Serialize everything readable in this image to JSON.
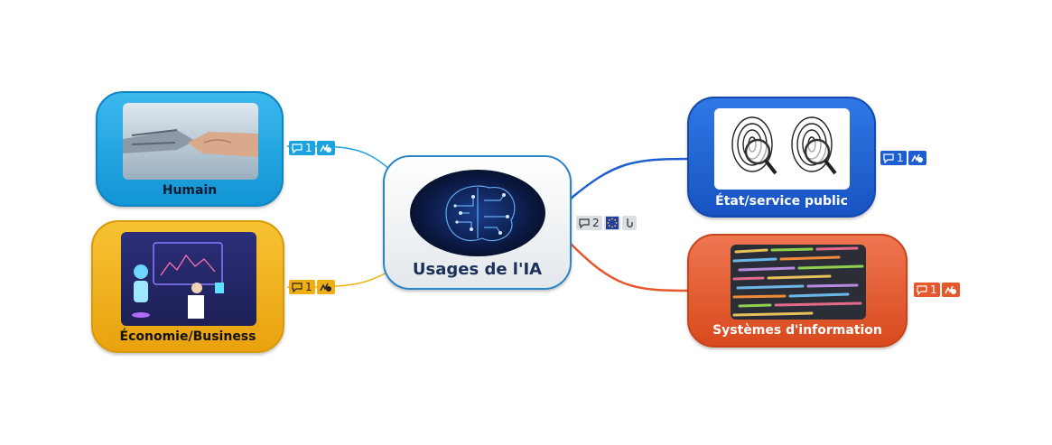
{
  "central": {
    "label": "Usages de l'IA",
    "note_count": "2",
    "icons": [
      "note-icon",
      "eu-flag-icon",
      "link-icon"
    ]
  },
  "topics": [
    {
      "id": "humain",
      "label": "Humain",
      "note_count": "1",
      "color": "#1aa3e0",
      "icons": [
        "note-icon",
        "resource-icon"
      ]
    },
    {
      "id": "economie",
      "label": "Économie/Business",
      "note_count": "1",
      "color": "#efae12",
      "icons": [
        "note-icon",
        "resource-icon"
      ]
    },
    {
      "id": "etat",
      "label": "État/service public",
      "note_count": "1",
      "color": "#1d5fd1",
      "icons": [
        "note-icon",
        "resource-icon"
      ]
    },
    {
      "id": "systemes",
      "label": "Systèmes d'information",
      "note_count": "1",
      "color": "#e5582c",
      "icons": [
        "note-icon",
        "resource-icon"
      ]
    }
  ],
  "colors": {
    "central_border": "#2a86c8",
    "central_text": "#1b2f59"
  }
}
